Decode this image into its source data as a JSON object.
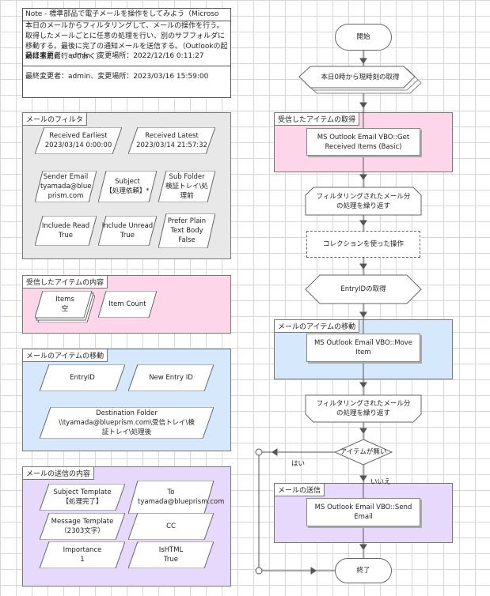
{
  "note": {
    "header": "Note - 標準部品で電子メールを操作をしてみよう（Microso",
    "body": "本日のメールからフィルタリングして、メールの操作を行う。取得したメールごとに任意の処理を行い、別のサブフォルダに移動する。最後に完了の通知メールを送信する。（Outlookの起動は事前に行っておく）",
    "created": "最終変更者：admin、変更場所：2022/12/16 0:11:27",
    "modified": "最終変更者：admin、変更場所：2023/03/16 15:59:00"
  },
  "regions": {
    "filter": {
      "title": "メールのフィルタ",
      "items": [
        {
          "label": "Received Earliest",
          "value": "2023/03/14 0:00:00"
        },
        {
          "label": "Received Latest",
          "value": "2023/03/14 21:57:32"
        },
        {
          "label": "Sender Email",
          "value": "tyamada@blue prism.com"
        },
        {
          "label": "Subject",
          "value": "【処理依頼】*"
        },
        {
          "label": "Sub Folder",
          "value": "検証トレイ\\処理前"
        },
        {
          "label": "Incluede Read",
          "value": "True"
        },
        {
          "label": "Include Unread",
          "value": "True"
        },
        {
          "label": "Prefer Plain Text Body",
          "value": "False"
        }
      ]
    },
    "received": {
      "title": "受信したアイテムの内容",
      "items_label": "Items",
      "items_value": "空",
      "count_label": "Item Count"
    },
    "move": {
      "title": "メールのアイテムの移動",
      "entry_id": "EntryID",
      "new_entry_id": "New Entry ID",
      "dest_label": "Destination Folder",
      "dest_value": "\\\\tyamada@blueprism.com\\受信トレイ\\検証トレイ\\処理後"
    },
    "send": {
      "title": "メールの送信の内容",
      "items": [
        {
          "label": "Subject Template",
          "value": "【処理完了】"
        },
        {
          "label": "To",
          "value": "tyamada@blueprism.com"
        },
        {
          "label": "Message Template",
          "value": "（2303文字）"
        },
        {
          "label": "CC",
          "value": ""
        },
        {
          "label": "Importance",
          "value": "1"
        },
        {
          "label": "IsHTML",
          "value": "True"
        }
      ]
    }
  },
  "flow": {
    "start": "開始",
    "get_time": "本日0時から現時刻の取得",
    "get_items_region": "受信したアイテムの取得",
    "get_items_action": "MS Outlook Email VBO::Get Received Items (Basic)",
    "loop_start": "フィルタリングされたメール分の処理を繰り返す",
    "collection_op": "コレクションを使った操作",
    "get_entry": "EntryIDの取得",
    "move_region": "メールのアイテムの移動",
    "move_action": "MS Outlook Email VBO::Move Item",
    "loop_end": "フィルタリングされたメール分の処理を繰り返す",
    "decision": "アイテムが無い",
    "yes_label": "はい",
    "no_label": "いいえ",
    "send_region": "メールの送信",
    "send_action": "MS Outlook Email VBO::Send Email",
    "end": "終了"
  },
  "colors": {
    "gray_region": "#e8e8e8",
    "pink_region": "#fdd7e9",
    "blue_region": "#d6e8fb",
    "purple_region": "#e6d9fb"
  }
}
